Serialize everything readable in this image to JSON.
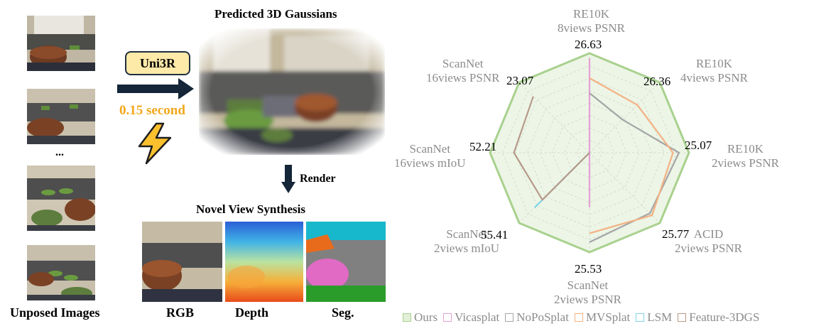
{
  "left": {
    "input_caption": "Unposed Images",
    "ellipsis": "...",
    "model_label": "Uni3R",
    "timing": "0.15 second",
    "gaussians_title": "Predicted 3D Gaussians",
    "render_label": "Render",
    "nvs_title": "Novel View Synthesis",
    "outputs": [
      "RGB",
      "Depth",
      "Seg."
    ]
  },
  "colors": {
    "ours": "#a9d18e",
    "vicasplat": "#e5a0d6",
    "noposplat": "#a5a5a5",
    "mvsplat": "#f4b183",
    "lsm": "#7fd3e6",
    "feature3dgs": "#b79a8a",
    "timing": "#f2a71b",
    "model_box": "#fde9a8"
  },
  "chart_data": {
    "type": "radar",
    "axes": [
      {
        "label_lines": [
          "RE10K",
          "8views PSNR"
        ],
        "max_value": "26.63"
      },
      {
        "label_lines": [
          "RE10K",
          "4views PSNR"
        ],
        "max_value": "26.36"
      },
      {
        "label_lines": [
          "RE10K",
          "2views PSNR"
        ],
        "max_value": "25.07"
      },
      {
        "label_lines": [
          "ACID",
          "2views PSNR"
        ],
        "max_value": "25.77"
      },
      {
        "label_lines": [
          "ScanNet",
          "2views PSNR"
        ],
        "max_value": "25.53"
      },
      {
        "label_lines": [
          "ScanNet",
          "2views mIoU"
        ],
        "max_value": "55.41"
      },
      {
        "label_lines": [
          "ScanNet",
          "16views mIoU"
        ],
        "max_value": "52.21"
      },
      {
        "label_lines": [
          "ScanNet",
          "16views PSNR"
        ],
        "max_value": "23.07"
      }
    ],
    "rlim": [
      0,
      1
    ],
    "grid": true,
    "legend_position": "bottom",
    "series": [
      {
        "name": "Ours",
        "color": "#a9d18e",
        "values": [
          1.0,
          1.0,
          1.0,
          1.0,
          1.0,
          1.0,
          1.0,
          1.0
        ]
      },
      {
        "name": "Vicasplat",
        "color": "#e5a0d6",
        "values": [
          0.95,
          null,
          null,
          null,
          0.55,
          null,
          null,
          null
        ]
      },
      {
        "name": "NoPoSplat",
        "color": "#a5a5a5",
        "values": [
          0.6,
          0.47,
          0.9,
          0.86,
          0.9,
          null,
          null,
          null
        ]
      },
      {
        "name": "MVSplat",
        "color": "#f4b183",
        "values": [
          0.75,
          0.68,
          0.84,
          0.89,
          0.81,
          null,
          null,
          null
        ]
      },
      {
        "name": "LSM",
        "color": "#7fd3e6",
        "values": [
          null,
          null,
          null,
          null,
          0.0,
          0.78,
          null,
          null
        ]
      },
      {
        "name": "Feature-3DGS",
        "color": "#b79a8a",
        "values": [
          null,
          null,
          null,
          null,
          0.0,
          0.67,
          0.76,
          0.8
        ]
      }
    ]
  }
}
